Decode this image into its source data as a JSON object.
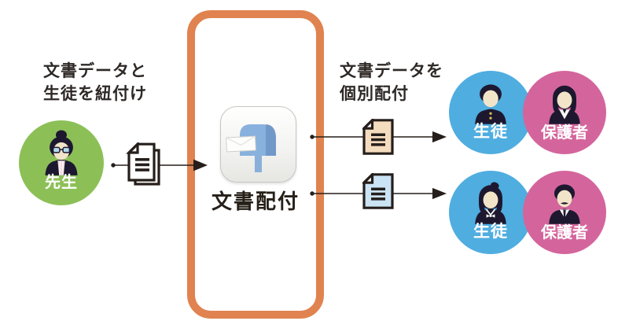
{
  "diagram": {
    "left_caption": {
      "line1": "文書データと",
      "line2": "生徒を紐付け"
    },
    "teacher": {
      "label": "先生",
      "icon": "teacher-avatar-icon",
      "circle_color": "#8CC057"
    },
    "center_app": {
      "title": "文書配付",
      "icon": "mailbox-icon",
      "frame_color": "#E08350"
    },
    "right_caption": {
      "line1": "文書データを",
      "line2": "個別配付"
    },
    "documents": {
      "stack_icon": "document-stack-icon",
      "doc_top_color": "#F4DCBE",
      "doc_bottom_color": "#CBE4F5",
      "outline_color": "#251E1B"
    },
    "pairs": [
      {
        "student": {
          "label": "生徒",
          "icon": "student-boy-avatar-icon",
          "circle_color": "#4FADE0"
        },
        "guardian": {
          "label": "保護者",
          "icon": "guardian-woman-avatar-icon",
          "circle_color": "#D4659C"
        }
      },
      {
        "student": {
          "label": "生徒",
          "icon": "student-girl-avatar-icon",
          "circle_color": "#4FADE0"
        },
        "guardian": {
          "label": "保護者",
          "icon": "guardian-man-avatar-icon",
          "circle_color": "#D4659C"
        }
      }
    ]
  }
}
